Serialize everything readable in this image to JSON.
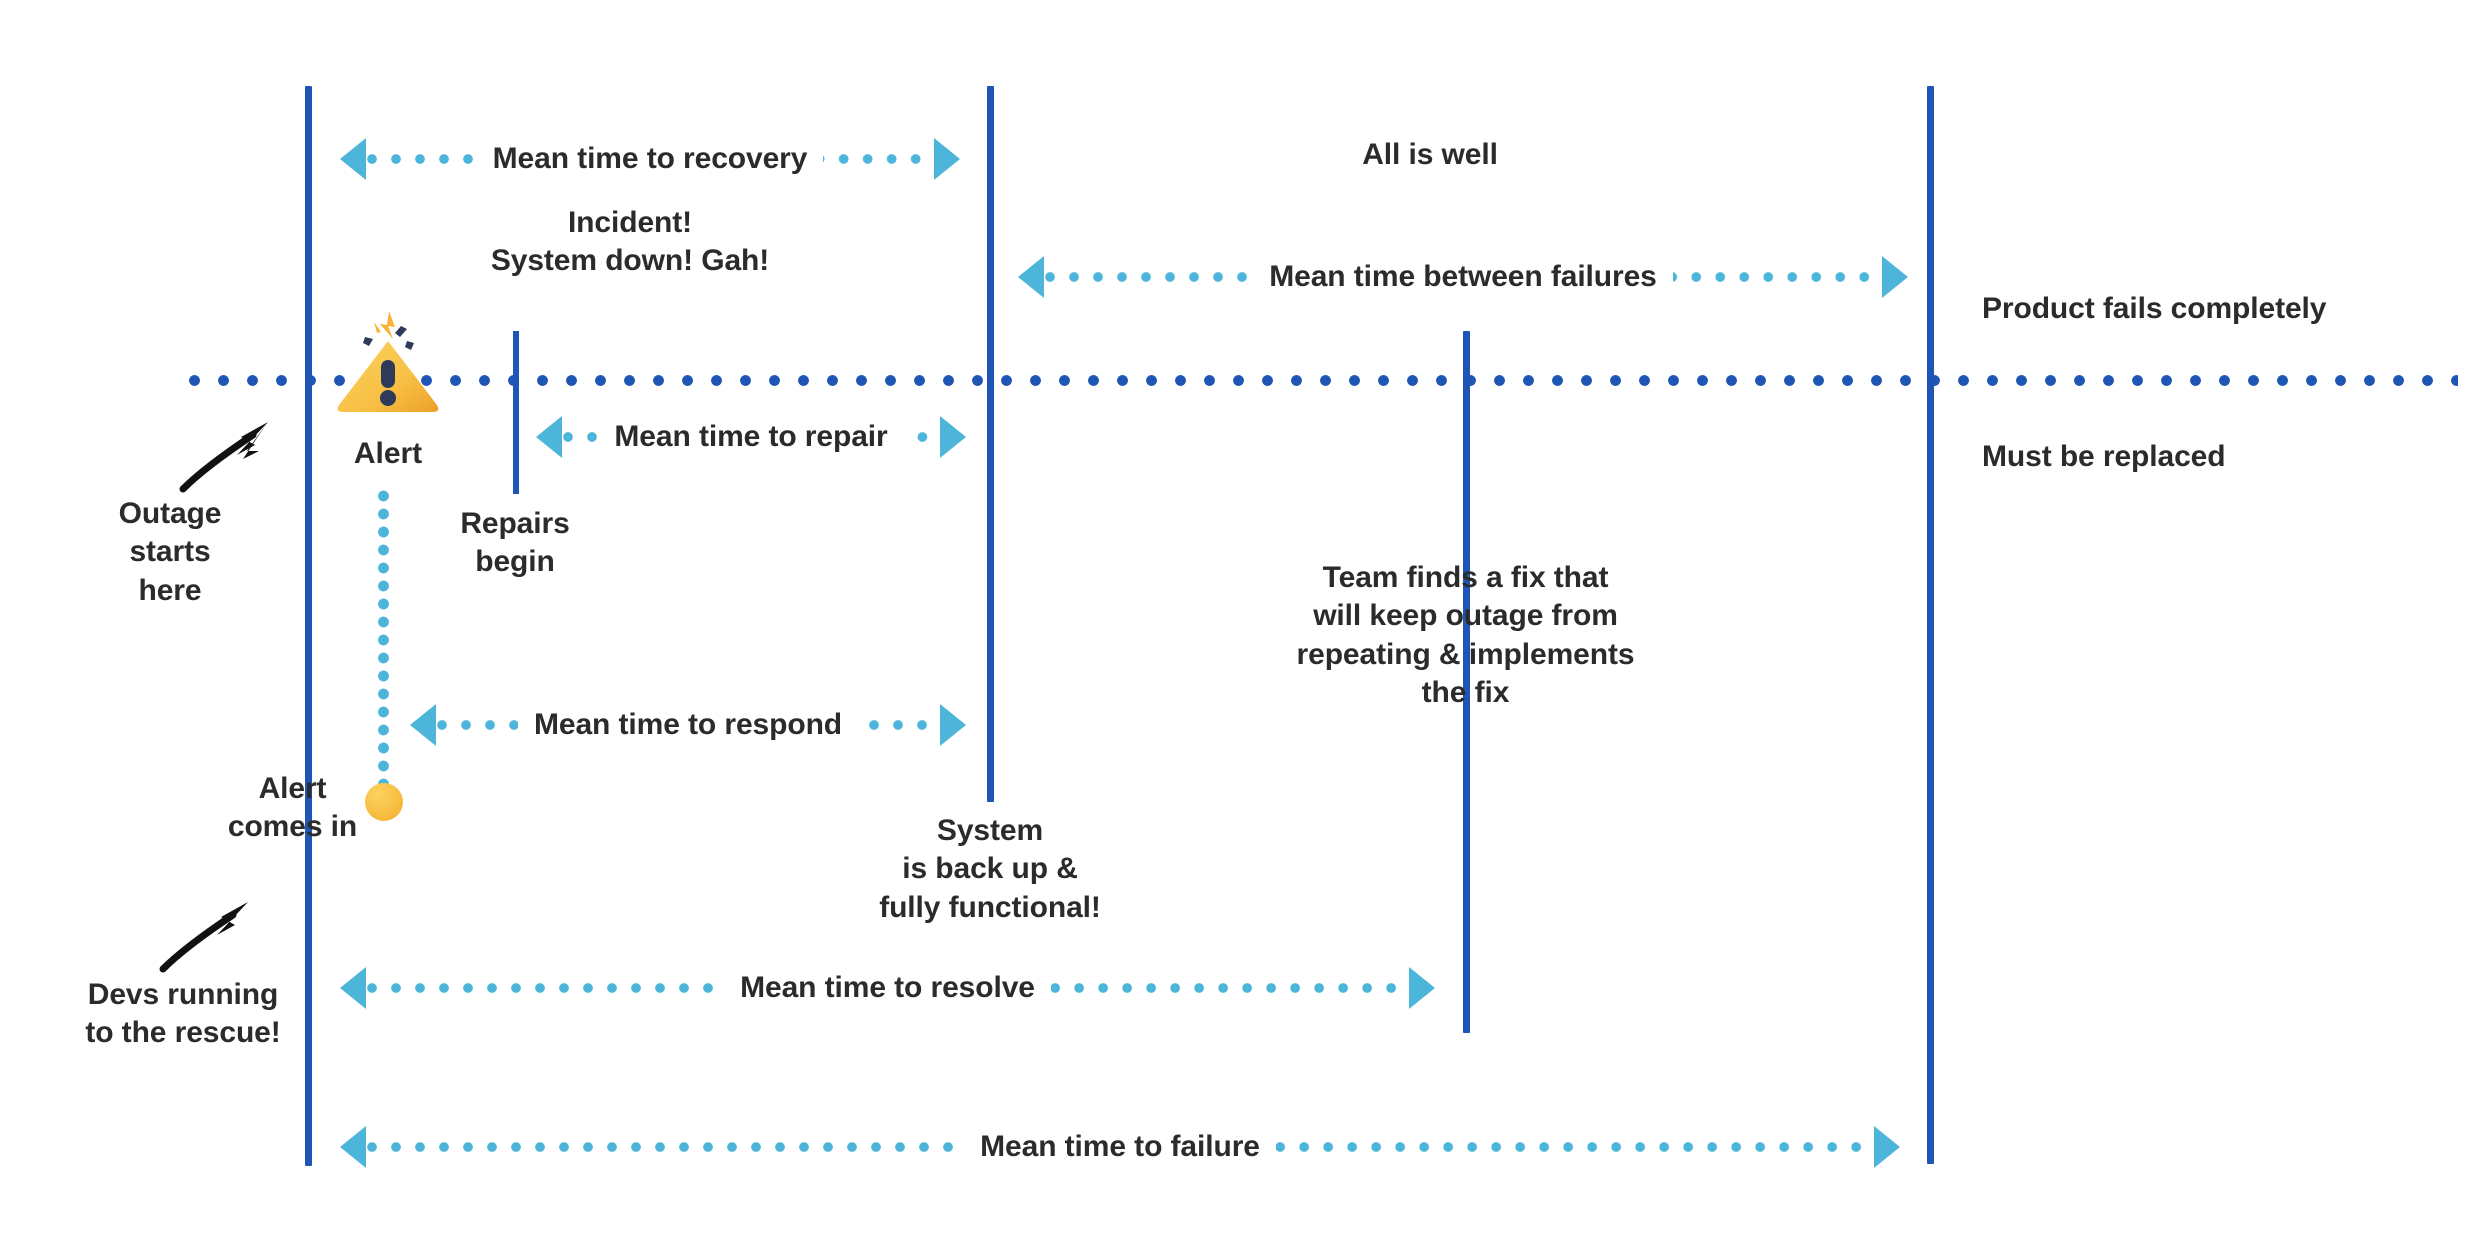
{
  "diagram": {
    "title": "Incident response timeline metrics",
    "colors": {
      "timeline_blue": "#1f56b5",
      "measure_blue": "#4db4da",
      "alert_yellow": "#f5b93c",
      "text": "#2b2b2b",
      "background": "#ffffff"
    }
  },
  "measures": [
    {
      "id": "mttrecovery",
      "label": "Mean time to recovery"
    },
    {
      "id": "mtbf",
      "label": "Mean time between failures"
    },
    {
      "id": "mttrepair",
      "label": "Mean time to repair"
    },
    {
      "id": "mttrespond",
      "label": "Mean time to respond"
    },
    {
      "id": "mttresolve",
      "label": "Mean time to resolve"
    },
    {
      "id": "mttfailure",
      "label": "Mean time to failure"
    }
  ],
  "annotations": {
    "incident": "Incident!\nSystem down! Gah!",
    "all_is_well": "All is well",
    "product_fails": "Product fails completely",
    "must_be_replaced": "Must be replaced",
    "repairs_begin": "Repairs\nbegin",
    "team_finds_fix": "Team finds a fix that\nwill keep outage from\nrepeating & implements\nthe fix",
    "system_back_up": "System\nis back up &\nfully functional!",
    "outage_starts": "Outage\nstarts\nhere",
    "devs_running": "Devs running\nto the rescue!",
    "alert": "Alert",
    "alert_comes_in": "Alert\ncomes in"
  }
}
